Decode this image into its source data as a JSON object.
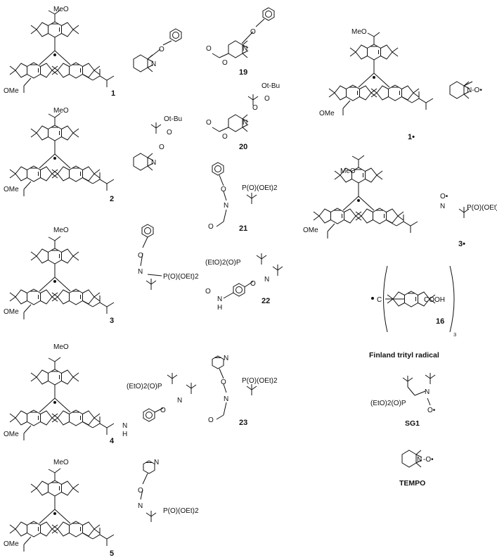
{
  "labels": {
    "meo": "MeO",
    "ome": "OMe",
    "n": "N",
    "o": "O",
    "h": "H",
    "c": "C",
    "otbu": "Ot-Bu",
    "po_oet2": "P(O)(OEt)2",
    "eto2op": "(EtO)2(O)P",
    "cooh": "COOH",
    "n_o_rad": "N-O•",
    "o_rad": "O•",
    "o_rad_dash": "-O•",
    "sub3": "3"
  },
  "compounds": {
    "c1": "1",
    "c2": "2",
    "c3": "3",
    "c4": "4",
    "c5": "5",
    "c19": "19",
    "c20": "20",
    "c21": "21",
    "c22": "22",
    "c23": "23",
    "c1rad": "1•",
    "c3rad": "3•",
    "c16": "16"
  },
  "captions": {
    "finland": "Finland trityl radical",
    "sg1": "SG1",
    "tempo": "TEMPO"
  }
}
